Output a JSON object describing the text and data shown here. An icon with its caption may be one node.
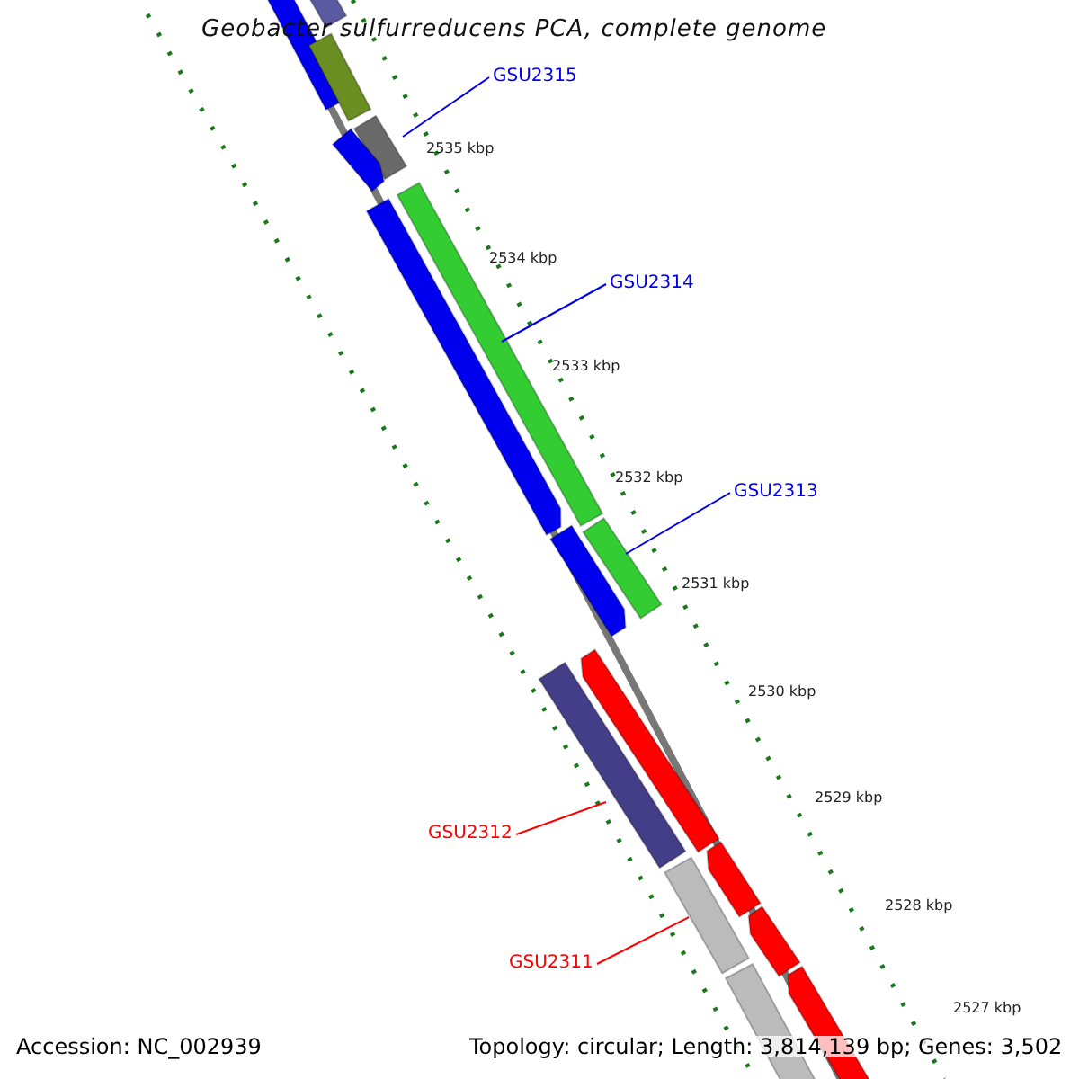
{
  "diagram": {
    "title": "Geobacter sulfurreducens PCA, complete genome",
    "nodes": [
      {
        "text": [
          "GSU2315"
        ]
      },
      {
        "text": [
          "GSU2314"
        ]
      },
      {
        "text": [
          "GSU2313"
        ]
      },
      {
        "text": [
          "GSU2312"
        ]
      },
      {
        "text": [
          "GSU2311"
        ]
      },
      {
        "text": [],
        "shape": "arrow"
      },
      {
        "text": [],
        "shape": "bar"
      },
      {
        "text": [],
        "shape": "bar"
      },
      {
        "text": [],
        "shape": "bar"
      },
      {
        "text": [],
        "shape": "arrow"
      },
      {
        "text": [],
        "shape": "bar"
      },
      {
        "text": [],
        "shape": "arrow"
      },
      {
        "text": [],
        "shape": "bar"
      },
      {
        "text": [],
        "shape": "arrow"
      },
      {
        "text": [],
        "shape": "arrow"
      },
      {
        "text": [],
        "shape": "bar"
      },
      {
        "text": [],
        "shape": "arrow"
      },
      {
        "text": [],
        "shape": "bar"
      },
      {
        "text": [],
        "shape": "arrow"
      },
      {
        "text": [],
        "shape": "bar"
      },
      {
        "text": [],
        "shape": "arrow"
      }
    ],
    "edges": [
      {
        "from": 0,
        "to": 8,
        "arrow": "none"
      },
      {
        "from": 1,
        "to": 10,
        "arrow": "none"
      },
      {
        "from": 2,
        "to": 12,
        "arrow": "none"
      },
      {
        "from": 3,
        "to": 15,
        "arrow": "none",
        "color": "#ff0000"
      },
      {
        "from": 4,
        "to": 17,
        "arrow": "none",
        "color": "#ff0000"
      }
    ],
    "labels": [
      "2535 kbp",
      "2534 kbp",
      "2533 kbp",
      "2532 kbp",
      "2531 kbp",
      "2530 kbp",
      "2529 kbp",
      "2528 kbp",
      "2527 kbp",
      "Accession: NC_002939",
      "Topology: circular; Length: 3,814,139 bp; Genes: 3,502"
    ]
  }
}
